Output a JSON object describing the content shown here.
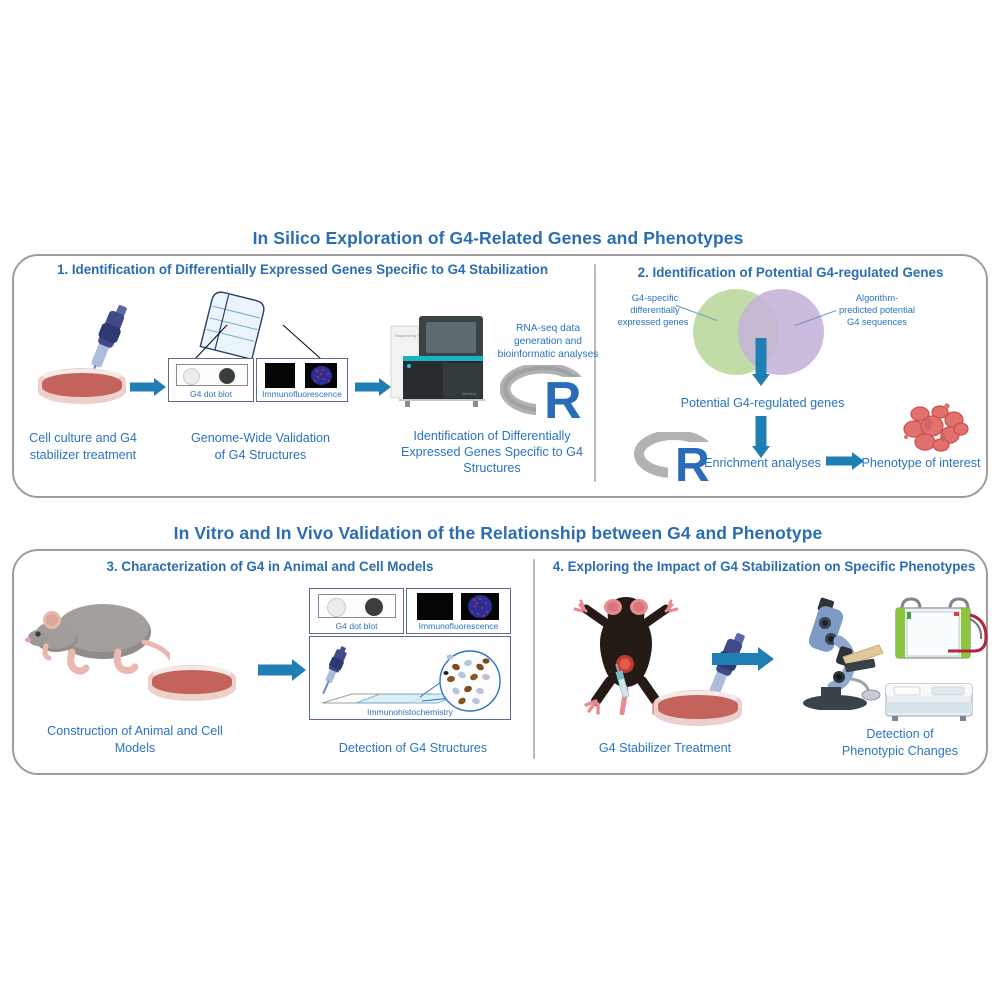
{
  "figure": {
    "type": "workflow-diagram",
    "background": "#ffffff",
    "accent_blue": "#2a6db0",
    "label_blue": "#2a74c0",
    "arrow_blue": "#1f7fb5",
    "frame_gray": "#9d9d9d"
  },
  "sections": [
    {
      "id": "in-silico",
      "title": "In Silico Exploration of G4-Related Genes and Phenotypes",
      "panels": [
        {
          "number": "1.",
          "heading": "1. Identification of Differentially Expressed Genes Specific to G4 Stabilization",
          "steps": [
            {
              "caption_line1": "Cell culture and G4",
              "caption_line2": "stabilizer treatment",
              "icon": "petri-dish-pipette-icon"
            },
            {
              "caption_line1": "Genome-Wide Validation",
              "caption_line2": "of G4 Structures",
              "icon": "assay-boxes-icon",
              "boxes": [
                {
                  "label": "G4 dot blot",
                  "icon": "dot-blot-icon"
                },
                {
                  "label": "Immunofluorescence",
                  "icon": "immunofluorescence-icon"
                }
              ]
            },
            {
              "caption_line1": "Identification of Differentially",
              "caption_line2": "Expressed Genes Specific to G4",
              "caption_line3": "Structures",
              "icon": "sequencer-icon"
            }
          ],
          "side_note": {
            "line1": "RNA-seq data",
            "line2": "generation and",
            "line3": "bioinformatic analyses",
            "icon": "r-logo-icon"
          }
        },
        {
          "number": "2.",
          "heading": "2. Identification of Potential G4-regulated Genes",
          "venn": {
            "left_label_line1": "G4-specific",
            "left_label_line2": "differentially",
            "left_label_line3": "expressed genes",
            "right_label_line1": "Algorithm-",
            "right_label_line2": "predicted potential",
            "right_label_line3": "G4 sequences",
            "left_color": "#bcd9a0",
            "right_color": "#c4b3d8",
            "overlap_color": "#8a8fa0"
          },
          "result_label": "Potential G4-regulated genes",
          "analysis_label": "Enrichment analyses",
          "outcome_label": "Phenotype of interest",
          "icons": {
            "r_logo": "r-logo-icon",
            "tumor": "tumor-icon"
          }
        }
      ]
    },
    {
      "id": "in-vitro-in-vivo",
      "title": "In Vitro and In Vivo Validation of the Relationship between G4 and Phenotype",
      "panels": [
        {
          "number": "3.",
          "heading": "3. Characterization of G4 in Animal and Cell Models",
          "steps": [
            {
              "caption_line1": "Construction of Animal and Cell",
              "caption_line2": "Models",
              "icon": "mouse-and-dish-icon"
            },
            {
              "caption_line1": "Detection of G4 Structures",
              "icon": "assay-panel-icon",
              "boxes": [
                {
                  "label": "G4 dot blot",
                  "icon": "dot-blot-icon"
                },
                {
                  "label": "Immunofluorescence",
                  "icon": "immunofluorescence-icon"
                },
                {
                  "label": "Immunohistochemistry",
                  "icon": "immunohistochemistry-icon"
                }
              ]
            }
          ]
        },
        {
          "number": "4.",
          "heading": "4. Exploring the Impact of G4 Stabilization on Specific Phenotypes",
          "steps": [
            {
              "caption_line1": "G4 Stabilizer Treatment",
              "icon": "mouse-injection-dish-icon"
            },
            {
              "caption_line1": "Detection of",
              "caption_line2": "Phenotypic Changes",
              "icon": "microscope-blot-analyzer-icon"
            }
          ]
        }
      ]
    }
  ]
}
